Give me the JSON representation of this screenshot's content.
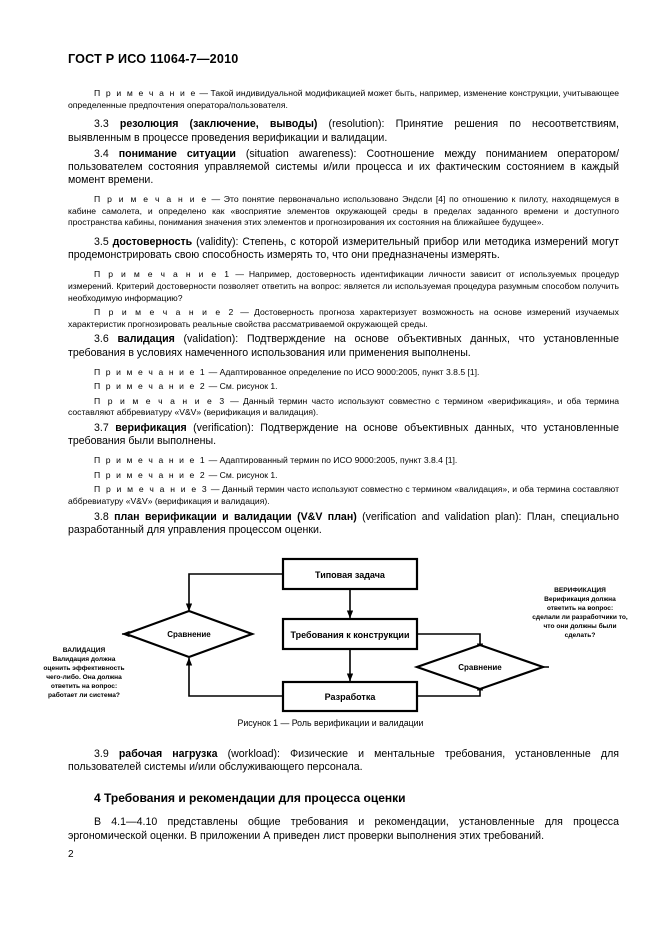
{
  "document": {
    "header": "ГОСТ Р ИСО 11064-7—2010",
    "page_number": "2"
  },
  "body": {
    "note_3_2": {
      "label": "П р и м е ч а н и е",
      "text": " — Такой индивидуальной модификацией может быть, например, изменение конструкции, учитывающее определенные предпочтения оператора/пользователя."
    },
    "term_3_3": {
      "number": "3.3",
      "name": "резолюция (заключение, выводы)",
      "english": "(resolution):",
      "definition": "Принятие решения по несоответствиям, выявленным в процессе проведения верификации и валидации."
    },
    "term_3_4": {
      "number": "3.4",
      "name": "понимание ситуации",
      "english": "(situation awareness):",
      "definition": "Соотношение между пониманием оператором/пользователем состояния управляемой системы и/или процесса и их фактическим состоянием в каждый момент времени."
    },
    "note_3_4": {
      "label": "П р и м е ч а н и е",
      "text": " — Это понятие первоначально использовано Эндсли [4] по отношению к пилоту, находящемуся в кабине самолета, и определено как «восприятие элементов окружающей среды в пределах заданного времени и доступного пространства кабины, понимания значения этих элементов и прогнозирования их состояния на ближайшее будущее»."
    },
    "term_3_5": {
      "number": "3.5",
      "name": "достоверность",
      "english": "(validity):",
      "definition": "Степень, с которой измерительный прибор или методика измерений могут продемонстрировать свою способность измерять то, что они предназначены измерять."
    },
    "note_3_5_1": {
      "label": "П р и м е ч а н и е  1",
      "text": " — Например, достоверность идентификации личности зависит от используемых процедур измерений. Критерий достоверности позволяет ответить на вопрос: является ли используемая процедура разумным способом получить необходимую информацию?"
    },
    "note_3_5_2": {
      "label": "П р и м е ч а н и е  2",
      "text": " — Достоверность прогноза характеризует возможность на основе измерений изучаемых характеристик прогнозировать реальные свойства рассматриваемой окружающей среды."
    },
    "term_3_6": {
      "number": "3.6",
      "name": "валидация",
      "english": "(validation):",
      "definition": "Подтверждение на основе объективных данных, что установленные требования в условиях намеченного использования или применения выполнены."
    },
    "note_3_6_1": {
      "label": "П р и м е ч а н и е  1",
      "text": " — Адаптированное определение по ИСО 9000:2005, пункт 3.8.5 [1]."
    },
    "note_3_6_2": {
      "label": "П р и м е ч а н и е  2",
      "text": " — См. рисунок 1."
    },
    "note_3_6_3": {
      "label": "П р и м е ч а н и е  3",
      "text": " — Данный термин часто используют совместно с термином «верификация», и оба термина составляют аббревиатуру «V&V» (верификация и валидация)."
    },
    "term_3_7": {
      "number": "3.7",
      "name": "верификация",
      "english": "(verification):",
      "definition": "Подтверждение на основе объективных данных, что установленные требования были выполнены."
    },
    "note_3_7_1": {
      "label": "П р и м е ч а н и е  1",
      "text": " — Адаптированный термин по ИСО 9000:2005, пункт 3.8.4 [1]."
    },
    "note_3_7_2": {
      "label": "П р и м е ч а н и е  2",
      "text": " — См. рисунок 1."
    },
    "note_3_7_3": {
      "label": "П р и м е ч а н и е  3",
      "text": " — Данный термин часто используют совместно с термином «валидация», и оба термина составляют аббревиатуру «V&V» (верификация и валидация)."
    },
    "term_3_8": {
      "number": "3.8",
      "name": "план верификации и валидации (V&V план)",
      "english": "(verification and validation plan):",
      "definition": "План, специально разработанный для управления процессом оценки."
    },
    "term_3_9": {
      "number": "3.9",
      "name": "рабочая нагрузка",
      "english": "(workload):",
      "definition": "Физические и ментальные требования, установленные для пользователей системы и/или обслуживающего персонала."
    },
    "section_4": {
      "heading": "4  Требования и рекомендации для процесса оценки",
      "paragraph": "В 4.1—4.10 представлены общие требования и рекомендации, установленные для процесса эргономической оценки. В приложении А приведен лист проверки выполнения этих требований."
    }
  },
  "figure": {
    "caption": "Рисунок 1 — Роль верификации и валидации",
    "nodes": {
      "task": "Типовая задача",
      "requirements": "Требования к конструкции",
      "development": "Разработка",
      "compare_left": "Сравнение",
      "compare_right": "Сравнение"
    },
    "annotations": {
      "validation": {
        "title": "ВАЛИДАЦИЯ",
        "line1": "Валидация должна",
        "line2": "оценить эффективность",
        "line3": "чего-либо. Она должна",
        "line4": "ответить на вопрос:",
        "line5": "работает ли система?"
      },
      "verification": {
        "title": "ВЕРИФИКАЦИЯ",
        "line1": "Верификация должна",
        "line2": "ответить на вопрос:",
        "line3": "сделали ли разработчики то,",
        "line4": "что они должны были",
        "line5": "сделать?"
      }
    },
    "colors": {
      "stroke": "#000000",
      "fill": "#ffffff"
    }
  }
}
